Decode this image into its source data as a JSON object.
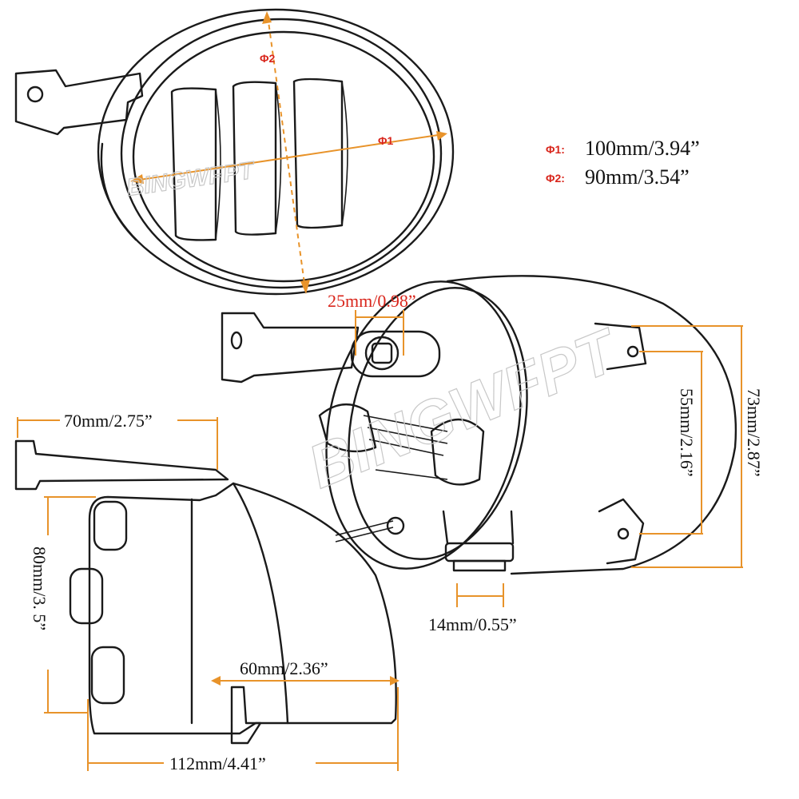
{
  "watermark": "BINGWFPT",
  "specs": [
    {
      "symbol": "Φ1:",
      "value": "100mm/3.94”"
    },
    {
      "symbol": "Φ2:",
      "value": "90mm/3.54”"
    }
  ],
  "front_view": {
    "phi1_label": "Φ1",
    "phi2_label": "Φ2"
  },
  "dimensions": {
    "connector": "25mm/0.98”",
    "mount_hole_spacing": "55mm/2.16”",
    "housing_height": "73mm/2.87”",
    "adjuster": "14mm/0.55”",
    "bracket": "70mm/2.75”",
    "side_height": "80mm/3. 5”",
    "lens_depth": "60mm/2.36”",
    "total_depth": "112mm/4.41”"
  },
  "colors": {
    "dimension_lines": "#e8932a",
    "spec_symbols": "#d9261c",
    "outline": "#1a1a1a"
  }
}
